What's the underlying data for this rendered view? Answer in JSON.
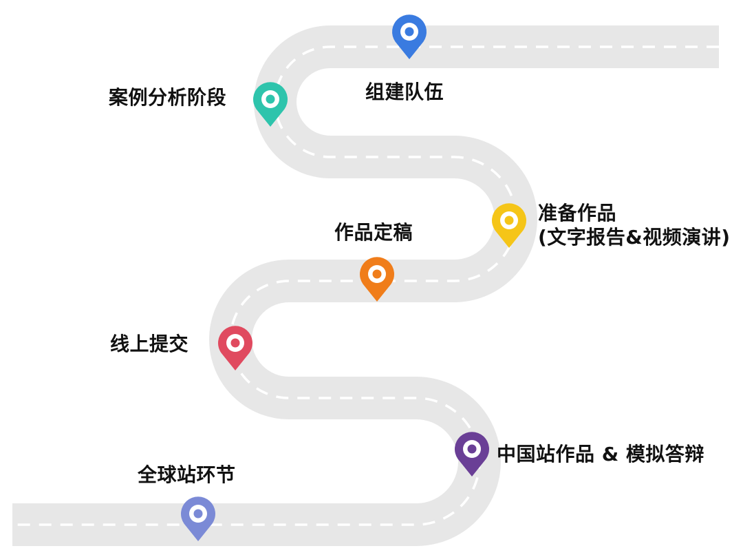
{
  "colors": {
    "road": "#e7e7e7",
    "lane": "#ffffff",
    "label": "#111111"
  },
  "stages": [
    {
      "id": "team",
      "label": "组建队伍",
      "pin_color": "#3a7be0",
      "icon": "map-pin-icon"
    },
    {
      "id": "case",
      "label": "案例分析阶段",
      "pin_color": "#2ec4ac",
      "icon": "map-pin-icon"
    },
    {
      "id": "prepare",
      "label": "准备作品",
      "label2": "(文字报告&视频演讲)",
      "pin_color": "#f5c518",
      "icon": "map-pin-icon"
    },
    {
      "id": "finalize",
      "label": "作品定稿",
      "pin_color": "#f07d1a",
      "icon": "map-pin-icon"
    },
    {
      "id": "submit",
      "label": "线上提交",
      "pin_color": "#e04a5f",
      "icon": "map-pin-icon"
    },
    {
      "id": "china",
      "label": "中国站作品 & 模拟答辩",
      "pin_color": "#6a3f96",
      "icon": "map-pin-icon"
    },
    {
      "id": "global",
      "label": "全球站环节",
      "pin_color": "#7b8ad6",
      "icon": "map-pin-icon"
    }
  ]
}
